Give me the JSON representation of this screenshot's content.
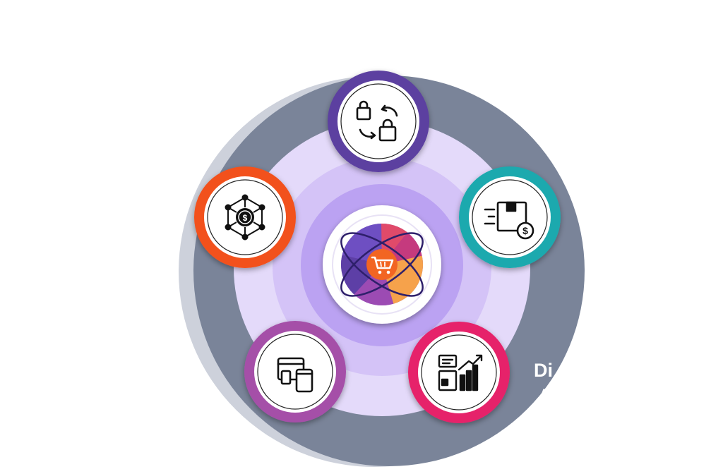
{
  "diagram": {
    "center": {
      "icon": "shopping-cart-icon",
      "accent": "#F26522"
    },
    "nodes": [
      {
        "id": "top",
        "icon": "swap-bags-icon",
        "ring_color": "#5B3FA0"
      },
      {
        "id": "right",
        "icon": "package-payment-icon",
        "ring_color": "#1BA9AE"
      },
      {
        "id": "bottom-right",
        "icon": "analytics-report-icon",
        "ring_color": "#E6246B"
      },
      {
        "id": "bottom-left",
        "icon": "multi-device-icon",
        "ring_color": "#A54FA8"
      },
      {
        "id": "left",
        "icon": "payment-network-icon",
        "ring_color": "#F2511E"
      }
    ],
    "colors": {
      "outer_disk": "#7A8499",
      "outer_disk_shadow": "#CDD1DB",
      "halo": "#E6DCFA",
      "inner_halo": "#CDB9F5"
    }
  },
  "caption": {
    "line1": "Di",
    "line2": "A"
  }
}
